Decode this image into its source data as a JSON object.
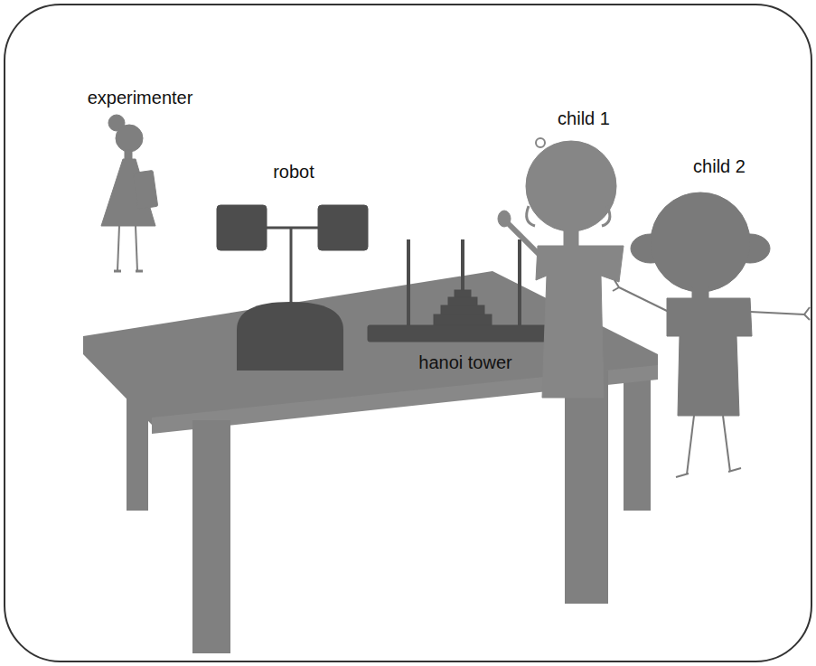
{
  "diagram": {
    "labels": [
      "experimenter",
      "robot",
      "hanoi tower",
      "child 1",
      "child 2"
    ]
  }
}
